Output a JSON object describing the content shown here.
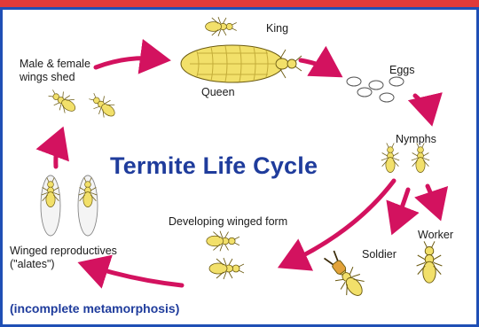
{
  "title": "Termite Life Cycle",
  "note": "(incomplete metamorphosis)",
  "stages": {
    "king": "King",
    "queen": "Queen",
    "eggs": "Eggs",
    "nymphs": "Nymphs",
    "worker": "Worker",
    "soldier": "Soldier",
    "developing": "Developing winged form",
    "alates_line1": "Winged reproductives",
    "alates_line2": "(\"alates\")",
    "wings_line1": "Male & female",
    "wings_line2": "wings shed"
  },
  "colors": {
    "banner": "#e03a3a",
    "frame": "#1f4fb5",
    "arrow": "#d3125f",
    "title": "#1f3c9c",
    "insect": "#f2e06a"
  }
}
